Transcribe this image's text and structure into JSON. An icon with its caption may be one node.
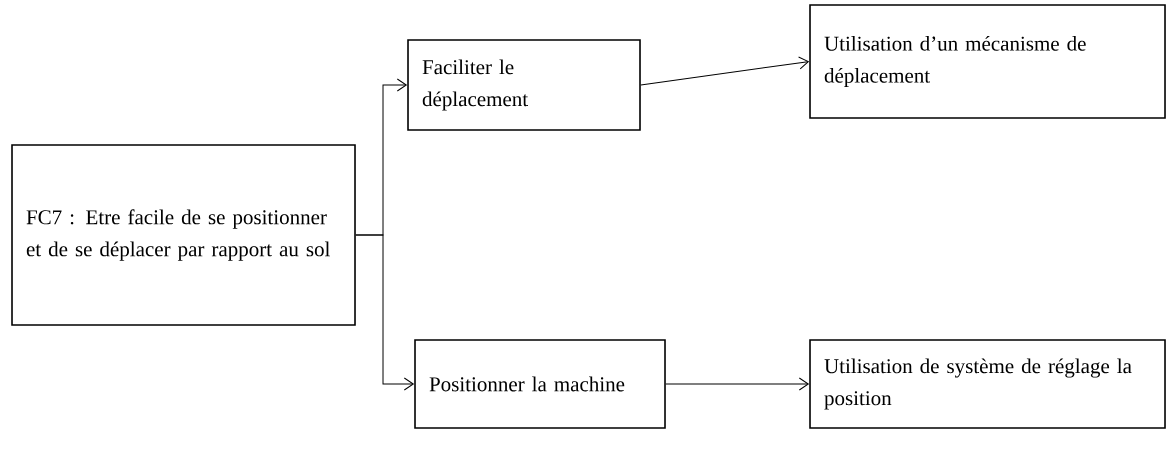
{
  "diagram": {
    "nodes": [
      {
        "text": [
          "FC7 : Etre facile de se positionner et de se déplacer par rapport au sol"
        ]
      },
      {
        "text": [
          "Faciliter le déplacement"
        ]
      },
      {
        "text": [
          "Utilisation d’un mécanisme de déplacement"
        ]
      },
      {
        "text": [
          "Positionner la machine"
        ]
      },
      {
        "text": [
          "Utilisation de système de réglage la position"
        ]
      }
    ],
    "edges": [
      {
        "from": 0,
        "to": 1,
        "arrow": "to"
      },
      {
        "from": 0,
        "to": 3,
        "arrow": "to"
      },
      {
        "from": 1,
        "to": 2,
        "arrow": "to"
      },
      {
        "from": 3,
        "to": 4,
        "arrow": "to"
      }
    ]
  }
}
